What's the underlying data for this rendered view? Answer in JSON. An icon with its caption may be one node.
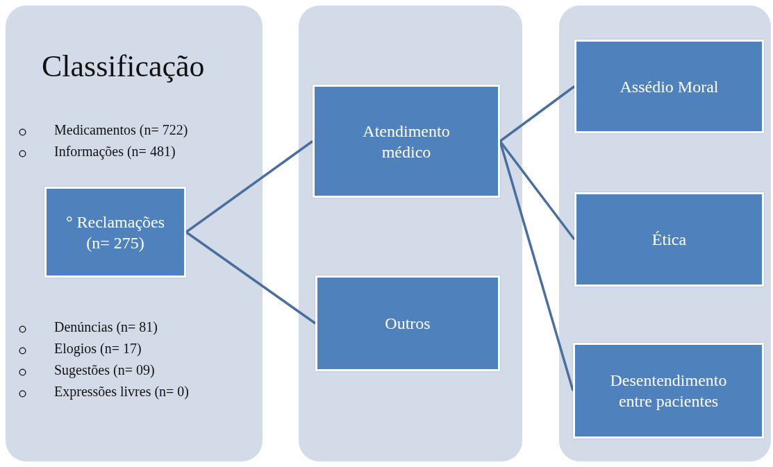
{
  "diagram": {
    "nodes": [
      {
        "text": [
          "Classificação",
          "Medicamentos (n= 722)",
          "Informações (n= 481)",
          "Denúncias (n= 81)",
          "Elogios (n= 17)",
          "Sugestões (n= 09)",
          "Expressões livres (n= 0)"
        ]
      },
      {
        "text": [],
        "shape": "box"
      },
      {
        "text": [],
        "shape": "box"
      },
      {
        "text": [
          "° Reclamações (n= 275)"
        ],
        "in": 0
      },
      {
        "text": [
          "Atendimento médico"
        ],
        "in": 1
      },
      {
        "text": [
          "Outros"
        ],
        "in": 1
      },
      {
        "text": [
          "Assédio Moral"
        ],
        "in": 2
      },
      {
        "text": [
          "Ética"
        ],
        "in": 2
      },
      {
        "text": [
          "Desentendimento entre pacientes"
        ],
        "in": 2
      }
    ],
    "edges": [
      {
        "from": 3,
        "to": 4,
        "arrow": "none"
      },
      {
        "from": 3,
        "to": 5,
        "arrow": "none"
      },
      {
        "from": 4,
        "to": 6,
        "arrow": "none"
      },
      {
        "from": 4,
        "to": 7,
        "arrow": "none"
      },
      {
        "from": 4,
        "to": 8,
        "arrow": "none"
      }
    ]
  }
}
